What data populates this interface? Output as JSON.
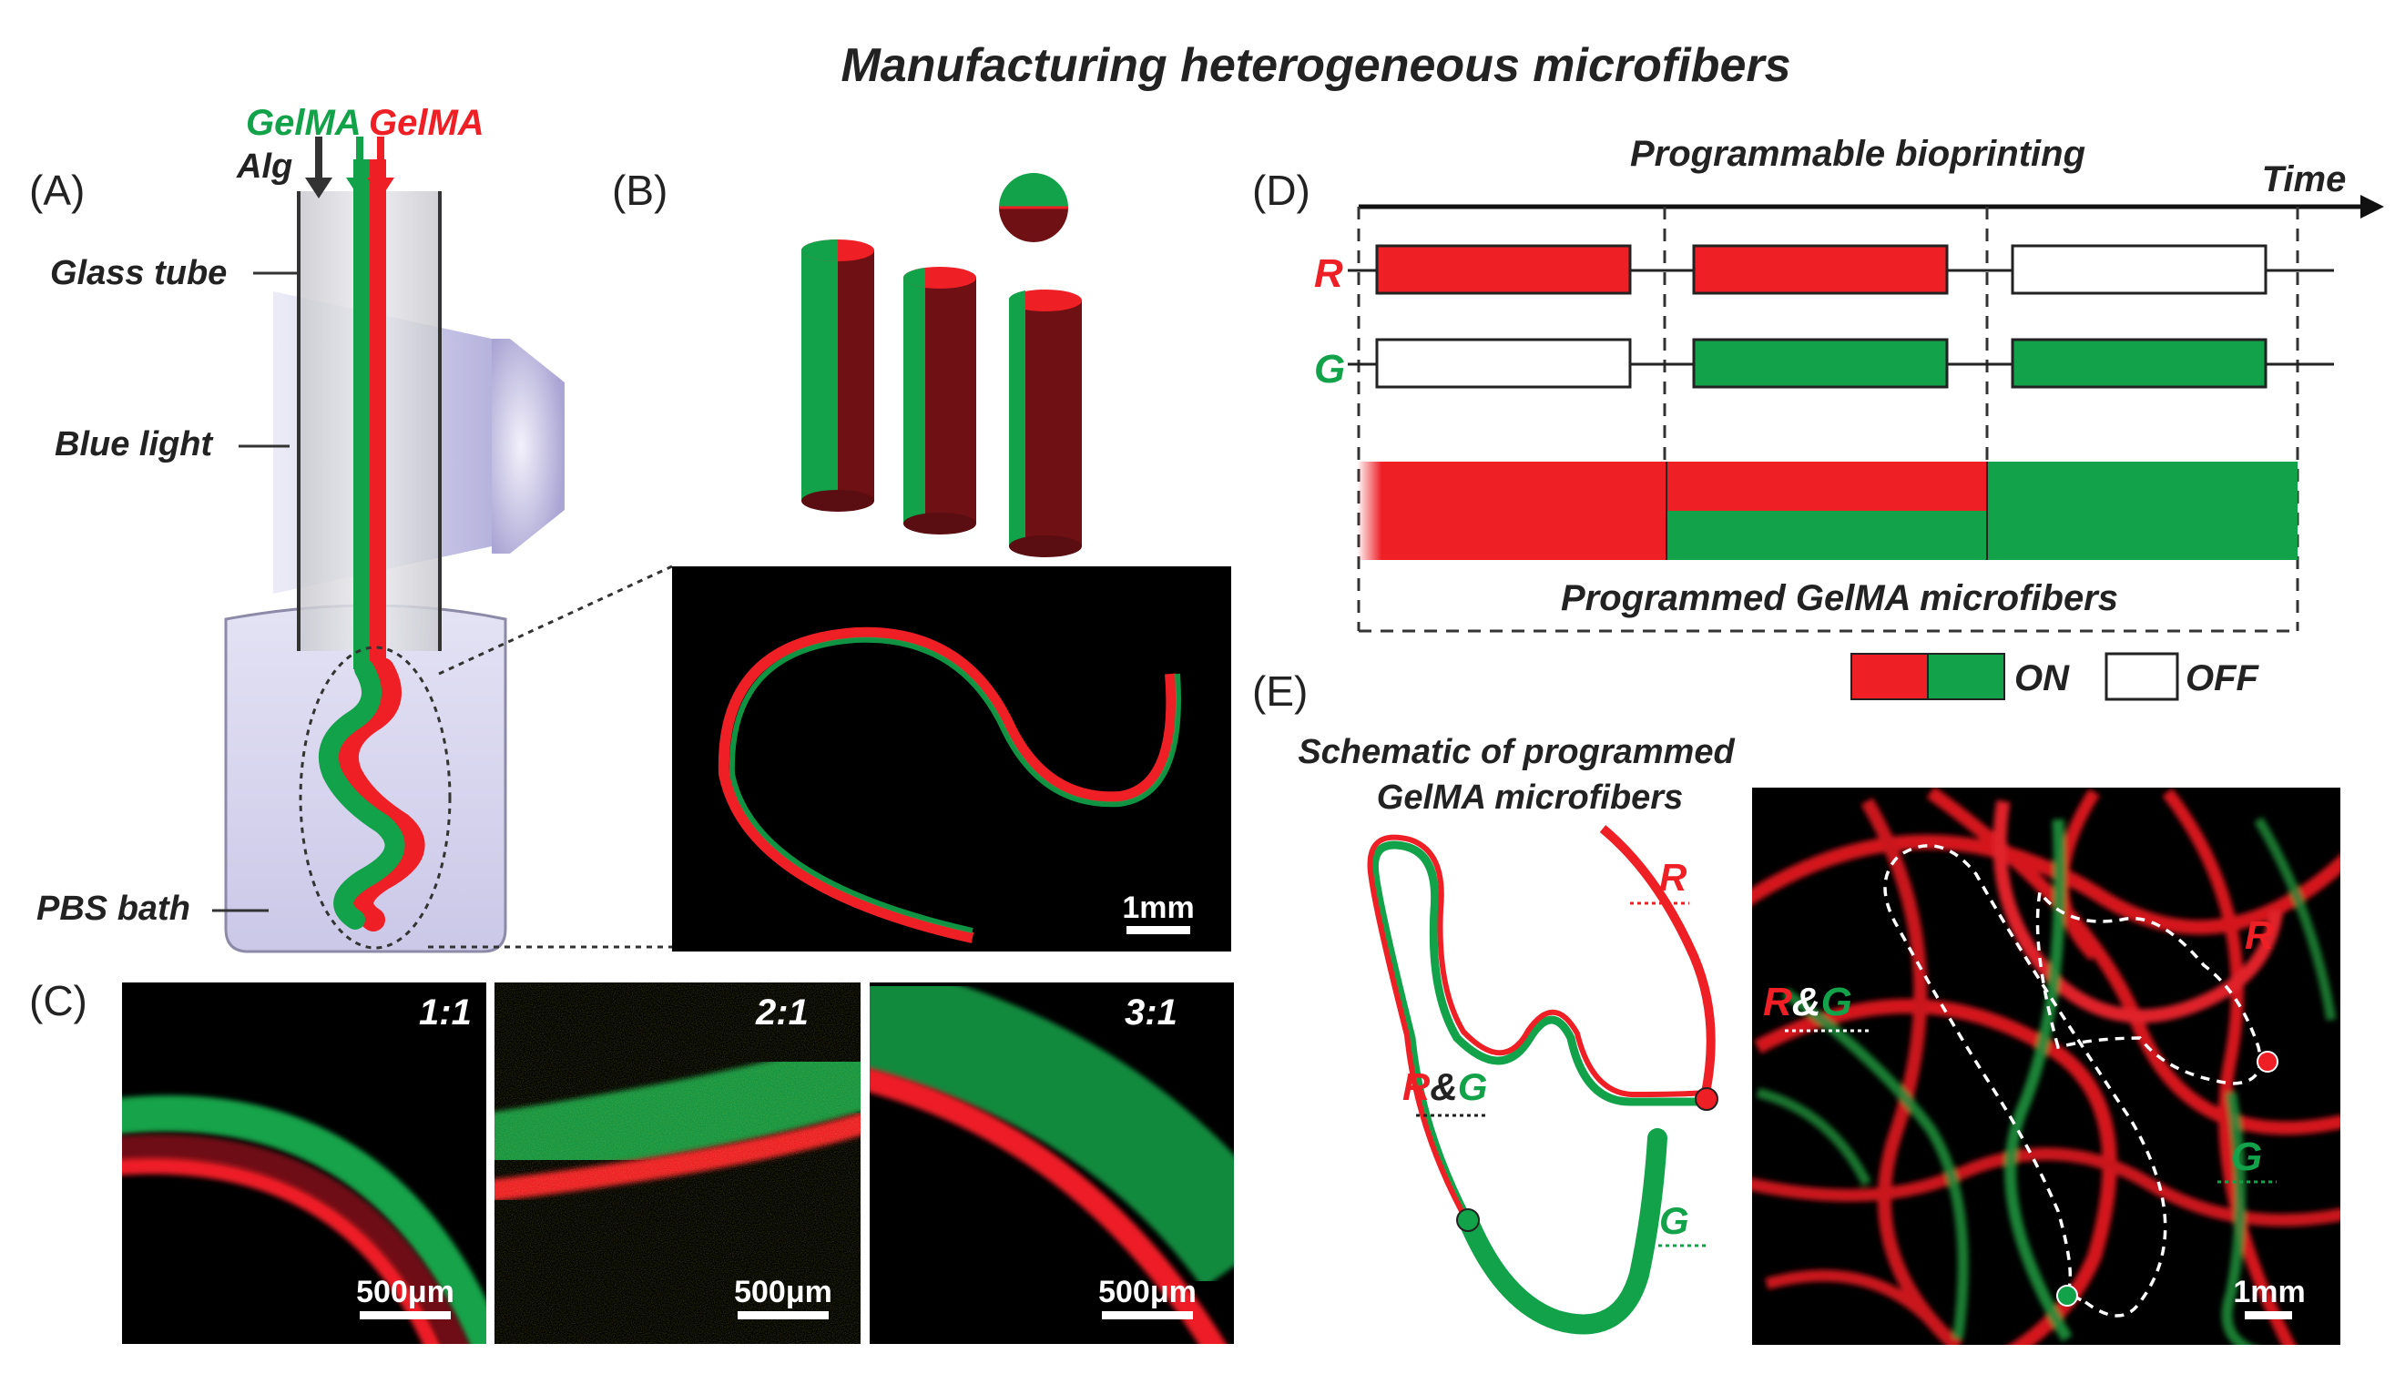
{
  "title": "Manufacturing heterogeneous microfibers",
  "colors": {
    "red": "#ee1f25",
    "green": "#12a34a",
    "dark_red": "#6e1014",
    "off": "#ffffff"
  },
  "panel_a": {
    "label": "(A)",
    "inputs": {
      "green": "GelMA",
      "red": "GelMA",
      "alg": "Alg"
    },
    "labels": {
      "glass_tube": "Glass tube",
      "blue_light": "Blue light",
      "pbs_bath": "PBS bath"
    }
  },
  "panel_b": {
    "label": "(B)",
    "scale_bar": "1mm"
  },
  "panel_c": {
    "label": "(C)",
    "images": [
      {
        "ratio": "1:1",
        "scale_bar": "500μm"
      },
      {
        "ratio": "2:1",
        "scale_bar": "500μm"
      },
      {
        "ratio": "3:1",
        "scale_bar": "500μm"
      }
    ]
  },
  "panel_d": {
    "label": "(D)",
    "subtitle": "Programmable bioprinting",
    "time_label": "Time",
    "rows": [
      {
        "name": "R",
        "color": "#ee1f25",
        "states": [
          "ON",
          "ON",
          "OFF"
        ]
      },
      {
        "name": "G",
        "color": "#12a34a",
        "states": [
          "OFF",
          "ON",
          "ON"
        ]
      }
    ],
    "result_label": "Programmed GelMA microfibers",
    "legend": {
      "on": "ON",
      "off": "OFF"
    }
  },
  "panel_e": {
    "label": "(E)",
    "schematic_title": [
      "Schematic of programmed",
      "GelMA microfibers"
    ],
    "labels": {
      "r": "R",
      "g": "G",
      "rg_r": "R",
      "rg_amp": "&",
      "rg_g": "G"
    },
    "scale_bar": "1mm"
  }
}
